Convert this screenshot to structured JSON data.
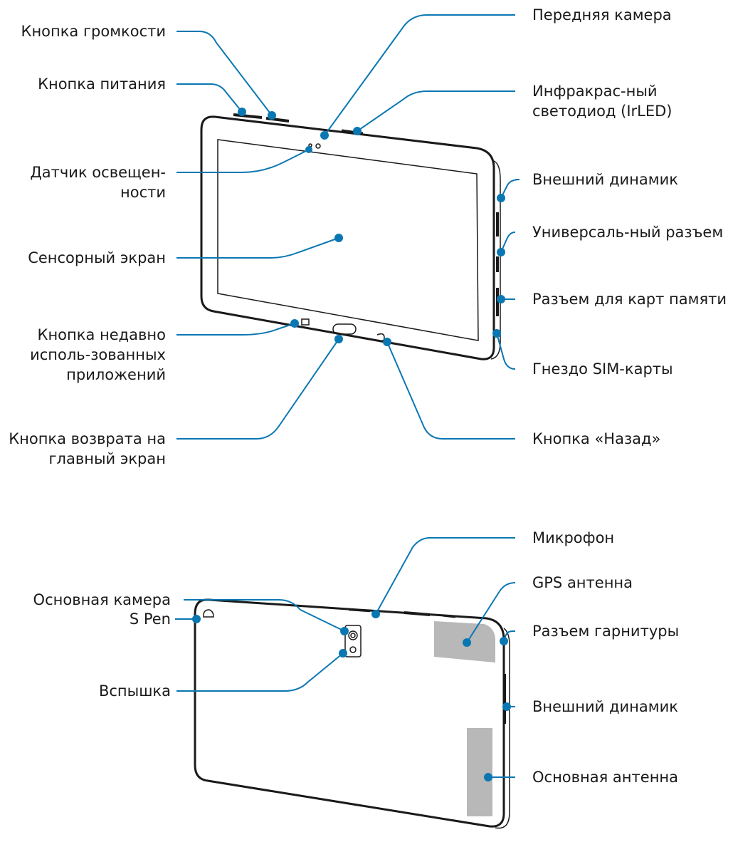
{
  "front": {
    "volume_key": "Кнопка громкости",
    "power_key": "Кнопка питания",
    "light_sensor": [
      "Датчик освещен-",
      "ности"
    ],
    "touch_screen": "Сенсорный экран",
    "recent_apps": [
      "Кнопка недавно",
      "исполь-зованных",
      "приложений"
    ],
    "home_key": [
      "Кнопка возврата на",
      "главный экран"
    ],
    "front_camera": "Передняя камера",
    "irled": [
      "Инфракрас-ный",
      "светодиод (IrLED)"
    ],
    "speaker": "Внешний динамик",
    "multipurpose_jack": "Универсаль-ный разъем",
    "memory_card_slot": "Разъем для карт памяти",
    "sim_slot": "Гнездо SIM-карты",
    "back_key": "Кнопка «Назад»"
  },
  "rear": {
    "main_camera": "Основная камера",
    "s_pen": "S Pen",
    "flash": "Вспышка",
    "microphone": "Микрофон",
    "gps_antenna": "GPS антенна",
    "headset_jack": "Разъем гарнитуры",
    "speaker": "Внешний динамик",
    "main_antenna": "Основная антенна"
  },
  "colors": {
    "leader": "#0a77b3",
    "outline": "#1a1a1a",
    "antenna": "#b8b8b8"
  }
}
